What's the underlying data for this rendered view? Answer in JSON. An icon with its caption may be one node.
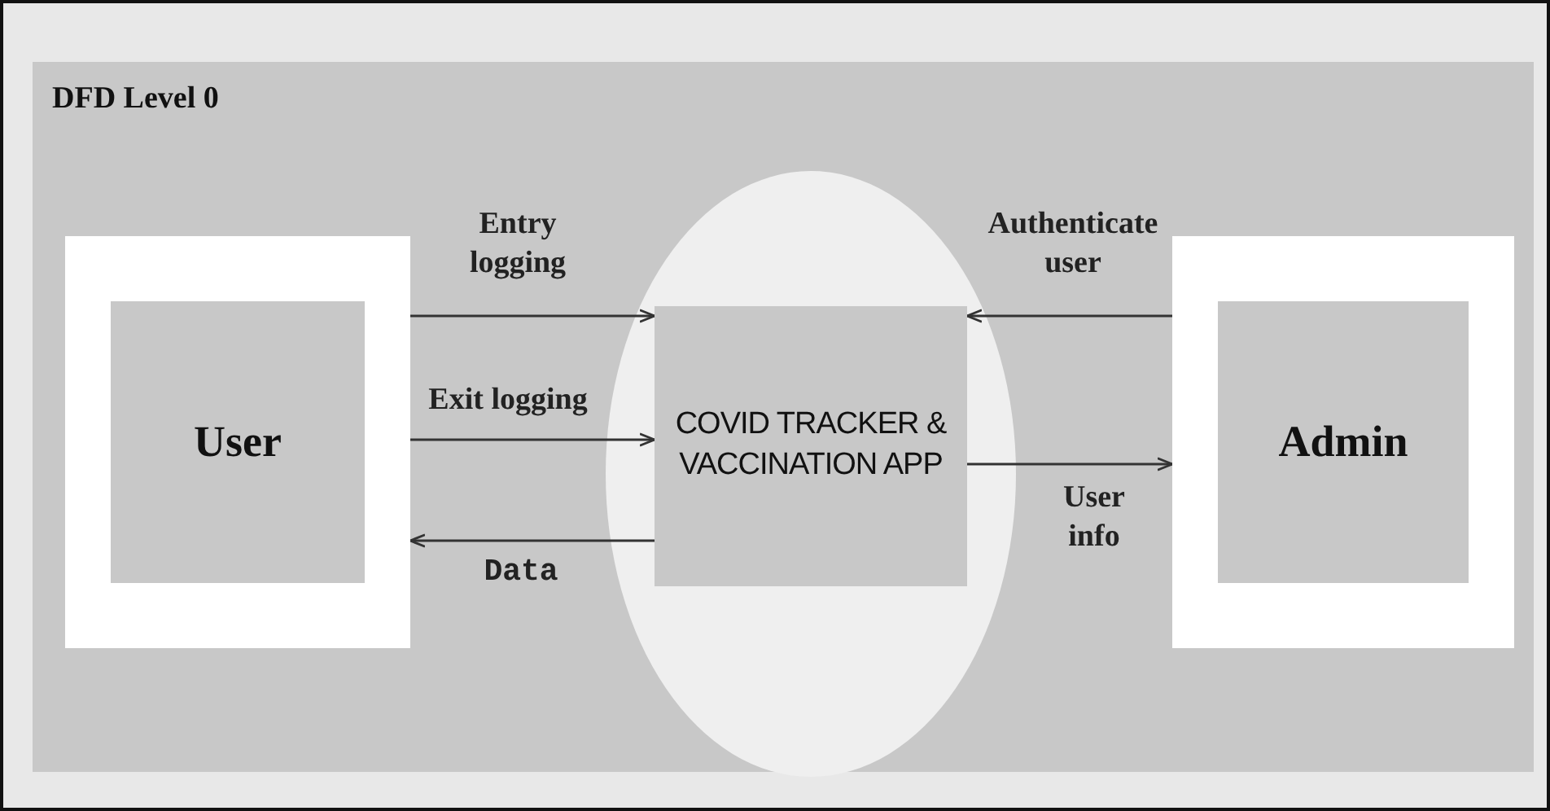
{
  "diagram": {
    "title": "DFD Level 0",
    "nodes": [
      {
        "text": [
          "User"
        ]
      },
      {
        "text": [],
        "shape": "circle"
      },
      {
        "text": [
          "COVID TRACKER & VACCINATION APP"
        ],
        "in": 1
      },
      {
        "text": [
          "Admin"
        ]
      }
    ],
    "edges": [
      {
        "from": 0,
        "to": 2,
        "arrow": "to",
        "label": "Entry logging"
      },
      {
        "from": 0,
        "to": 2,
        "arrow": "to",
        "label": "Exit logging"
      },
      {
        "from": 2,
        "to": 0,
        "arrow": "to",
        "label": "Data"
      },
      {
        "from": 3,
        "to": 2,
        "arrow": "to",
        "label": "Authenticate user"
      },
      {
        "from": 2,
        "to": 3,
        "arrow": "to",
        "label": "User info"
      }
    ]
  }
}
